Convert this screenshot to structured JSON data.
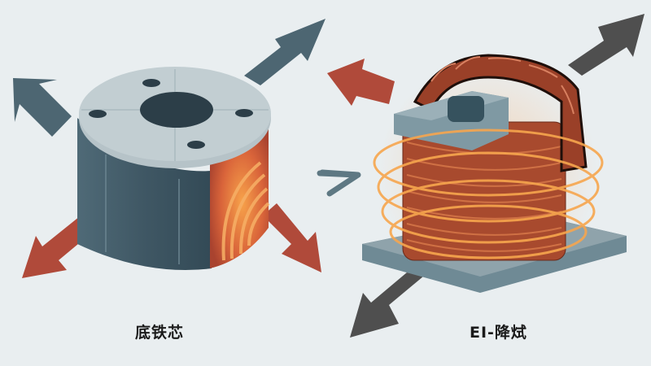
{
  "labels": {
    "left": "底铁芯",
    "right": "EI-降烒"
  },
  "icons": {
    "center_arrow": "chevron-right-icon",
    "left_object": "cylindrical-iron-core",
    "right_object": "ei-core-transformer-with-copper-winding"
  },
  "colors": {
    "background": "#e9eef0",
    "steel_blue": "#4d6672",
    "rust_red": "#b04a3a",
    "dark_gray": "#4f4f4f",
    "copper": "#a84a2e",
    "glow_orange": "#f7a24a",
    "core_gray": "#8fa3ab"
  },
  "arrows": [
    {
      "id": "left-upper-left",
      "color": "steel_blue",
      "direction": "up-left"
    },
    {
      "id": "left-upper-right",
      "color": "steel_blue",
      "direction": "up-right"
    },
    {
      "id": "left-lower-left",
      "color": "rust_red",
      "direction": "down-left"
    },
    {
      "id": "left-lower-right",
      "color": "rust_red",
      "direction": "down-right"
    },
    {
      "id": "right-upper-left",
      "color": "rust_red",
      "direction": "up-left"
    },
    {
      "id": "right-upper-right",
      "color": "dark_gray",
      "direction": "up-right"
    },
    {
      "id": "right-lower-left",
      "color": "dark_gray",
      "direction": "down-left"
    }
  ]
}
